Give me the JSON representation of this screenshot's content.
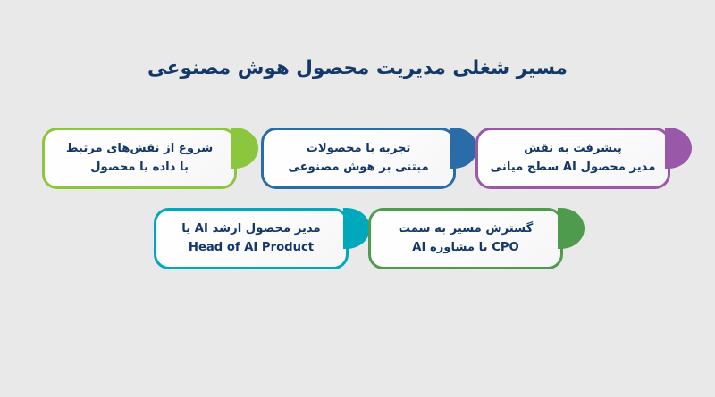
{
  "page": {
    "background_color": "#e9e9e9",
    "title": "مسیر شغلی مدیریت محصول هوش مصنوعی",
    "title_color": "#13396a",
    "text_color": "#14376a"
  },
  "steps": [
    {
      "id": "start",
      "order": 1,
      "label": "شروع از نقش‌های مرتبط\nبا داده یا محصول",
      "color": "#8cc63f",
      "row": 1,
      "column": 1
    },
    {
      "id": "experience",
      "order": 2,
      "label": "تجربه با محصولات\nمبتنی بر هوش مصنوعی",
      "color": "#2a6ca8",
      "row": 1,
      "column": 2
    },
    {
      "id": "midlevel",
      "order": 3,
      "label": "پیشرفت به نقش\nمدیر محصول AI سطح میانی",
      "color": "#9a59a8",
      "row": 1,
      "column": 3
    },
    {
      "id": "senior",
      "order": 4,
      "label": "مدیر محصول ارشد AI یا\nHead of AI Product",
      "color": "#00a8bb",
      "row": 2,
      "column": 1
    },
    {
      "id": "expansion",
      "order": 5,
      "label": "گسترش مسیر به سمت\nCPO یا مشاوره AI",
      "color": "#4e9b4e",
      "row": 2,
      "column": 2
    }
  ]
}
